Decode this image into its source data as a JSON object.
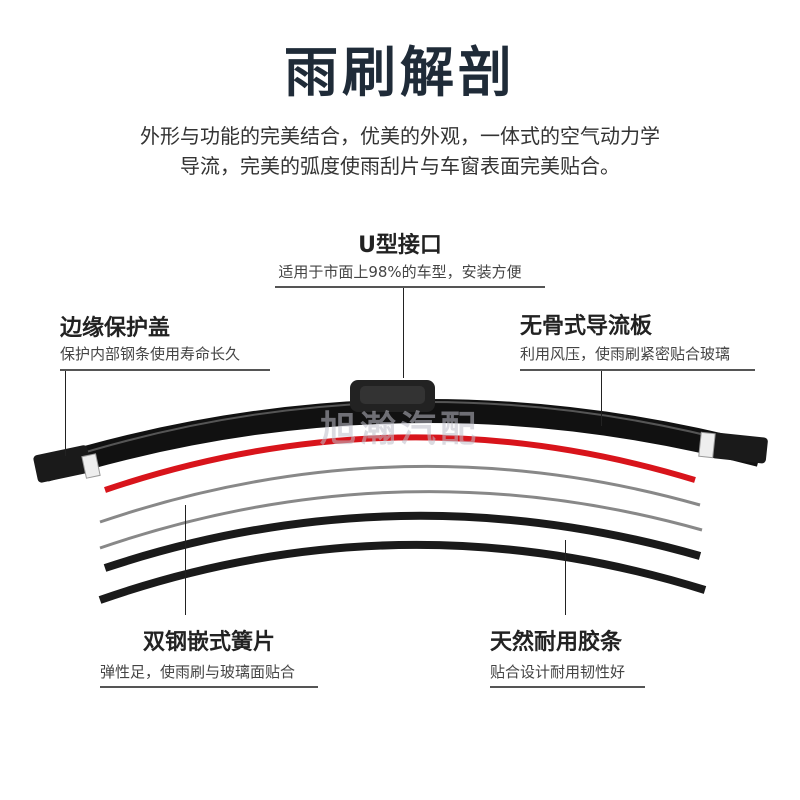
{
  "title": "雨刷解剖",
  "intro": [
    "外形与功能的完美结合，优美的外观，一体式的空气动力学",
    "导流，完美的弧度使雨刮片与车窗表面完美贴合。"
  ],
  "watermark": "旭瀚汽配",
  "callouts": {
    "connector": {
      "heading": "U型接口",
      "desc": "适用于市面上98%的车型，安装方便"
    },
    "end_cap": {
      "heading": "边缘保护盖",
      "desc": "保护内部钢条使用寿命长久"
    },
    "spoiler": {
      "heading": "无骨式导流板",
      "desc": "利用风压，使雨刷紧密贴合玻璃"
    },
    "spring_steel": {
      "heading": "双钢嵌式簧片",
      "desc": "弹性足，使雨刷与玻璃面贴合"
    },
    "rubber": {
      "heading": "天然耐用胶条",
      "desc": "贴合设计耐用韧性好"
    }
  },
  "colors": {
    "title": "#1f2b38",
    "red_strip": "#d8141b",
    "blade": "#111111"
  }
}
